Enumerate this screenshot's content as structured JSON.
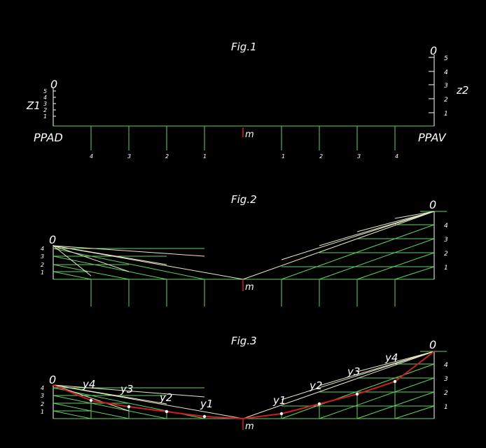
{
  "figures": [
    {
      "title": "Fig.1",
      "left_point_label": "0",
      "right_point_label": "0",
      "left_axis_label": "Z1",
      "right_axis_label": "z2",
      "left_station_label": "PPAD",
      "right_station_label": "PPAV",
      "center_label": "m",
      "left_scale_ticks": [
        "5",
        "4",
        "3",
        "2",
        "1"
      ],
      "right_scale_ticks": [
        "5",
        "4",
        "3",
        "2",
        "1"
      ],
      "left_station_numbers": [
        "4",
        "3",
        "2",
        "1"
      ],
      "right_station_numbers": [
        "1",
        "2",
        "3",
        "4"
      ]
    },
    {
      "title": "Fig.2",
      "left_point_label": "0",
      "right_point_label": "0",
      "center_label": "m",
      "left_scale_ticks": [
        "4",
        "3",
        "2",
        "1"
      ],
      "right_scale_ticks": [
        "4",
        "3",
        "2",
        "1"
      ]
    },
    {
      "title": "Fig.3",
      "left_point_label": "0",
      "right_point_label": "0",
      "center_label": "m",
      "left_scale_ticks": [
        "4",
        "3",
        "2",
        "1"
      ],
      "right_scale_ticks": [
        "4",
        "3",
        "2",
        "1"
      ],
      "left_y_labels": [
        "y4",
        "y3",
        "y2",
        "y1"
      ],
      "right_y_labels": [
        "y1",
        "y2",
        "y3",
        "y4"
      ]
    }
  ],
  "colors": {
    "background": "#000000",
    "axis": "#ffffff",
    "green": "#5fd35f",
    "ray": "#e8e8c8",
    "red": "#cc1f1f",
    "label": "#ffffff"
  }
}
